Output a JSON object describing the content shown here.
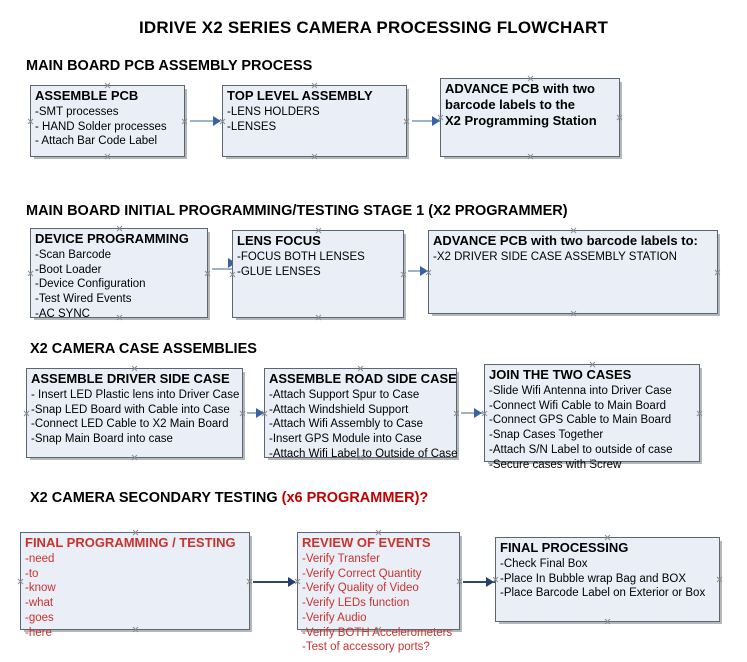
{
  "document": {
    "title": "IDRIVE X2  SERIES CAMERA PROCESSING FLOWCHART",
    "accent_box_fill": "#eaeff7",
    "accent_box_border": "#5c6670",
    "accent_red": "#c9332e",
    "connector_color": "#9bb4cc"
  },
  "sections": [
    {
      "heading": "MAIN BOARD PCB ASSEMBLY PROCESS",
      "heading_red": "",
      "boxes": [
        {
          "title": "ASSEMBLE PCB",
          "items": [
            " -SMT processes",
            "- HAND Solder processes",
            "- Attach Bar Code Label"
          ]
        },
        {
          "title": "TOP LEVEL ASSEMBLY",
          "items": [
            "-LENS HOLDERS",
            "-LENSES"
          ]
        },
        {
          "title": "ADVANCE PCB with two",
          "title2": "barcode labels to the",
          "title3": " X2 Programming Station",
          "items": []
        }
      ]
    },
    {
      "heading": "MAIN BOARD INITIAL PROGRAMMING/TESTING STAGE 1 (X2 PROGRAMMER)",
      "heading_red": "",
      "boxes": [
        {
          "title": "DEVICE PROGRAMMING",
          "items": [
            "-Scan Barcode",
            "-Boot Loader",
            "-Device Configuration",
            "-Test Wired Events",
            "-AC SYNC"
          ]
        },
        {
          "title": "LENS FOCUS",
          "items": [
            "-FOCUS BOTH LENSES",
            "-GLUE LENSES"
          ]
        },
        {
          "title": "ADVANCE PCB with two barcode labels to:",
          "items": [
            "-X2 DRIVER  SIDE  CASE  ASSEMBLY STATION"
          ]
        }
      ]
    },
    {
      "heading": "X2 CAMERA CASE ASSEMBLIES",
      "heading_red": "",
      "boxes": [
        {
          "title": "ASSEMBLE DRIVER SIDE CASE",
          "items": [
            "- Insert LED Plastic lens into Driver Case",
            "-Snap LED Board with Cable into Case",
            "-Connect LED Cable to X2 Main Board",
            "-Snap Main Board into case"
          ]
        },
        {
          "title": "ASSEMBLE ROAD SIDE CASE",
          "items": [
            "-Attach Support Spur to Case",
            "-Attach Windshield Support",
            "-Attach Wifi Assembly to Case",
            "-Insert GPS Module into Case",
            "-Attach Wifi Label to Outside of Case"
          ]
        },
        {
          "title": "JOIN THE TWO CASES",
          "items": [
            "-Slide Wifi Antenna into Driver Case",
            "-Connect Wifi Cable to Main Board",
            "-Connect GPS Cable to Main Board",
            "-Snap Cases Together",
            "-Attach S/N Label to outside of case",
            "-Secure cases with Screw"
          ]
        }
      ]
    },
    {
      "heading": "X2 CAMERA SECONDARY TESTING ",
      "heading_red": "(x6 PROGRAMMER)?",
      "boxes": [
        {
          "title": "FINAL PROGRAMMING / TESTING",
          "items": [
            "-need",
            "-to",
            "-know",
            "-what",
            "-goes",
            "-here"
          ]
        },
        {
          "title": "REVIEW OF EVENTS",
          "items": [
            "-Verify Transfer",
            "-Verify Correct Quantity",
            "-Verify Quality of Video",
            "-Verify LEDs function",
            "-Verify Audio",
            "-Verify BOTH Accelerometers",
            "-Test of accessory ports?"
          ]
        },
        {
          "title": "FINAL PROCESSING",
          "items": [
            " -Check Final Box",
            "-Place In Bubble wrap Bag and BOX",
            "-Place Barcode Label on Exterior or Box"
          ]
        }
      ]
    }
  ]
}
